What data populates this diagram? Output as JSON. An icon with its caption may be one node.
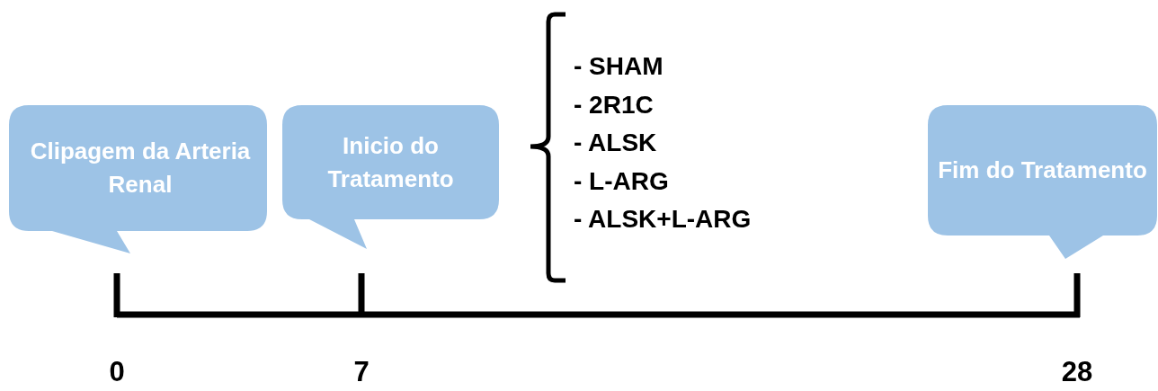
{
  "diagram": {
    "nodes": [
      {
        "text": [
          "Clipagem da Arteria Renal"
        ]
      },
      {
        "text": [
          "Inicio do Tratamento"
        ]
      },
      {
        "text": [
          "Fim do Tratamento"
        ]
      }
    ],
    "labels": [
      "- SHAM",
      "- 2R1C",
      "- ALSK",
      "- L-ARG",
      "- ALSK+L-ARG",
      "0",
      "7",
      "28"
    ]
  }
}
